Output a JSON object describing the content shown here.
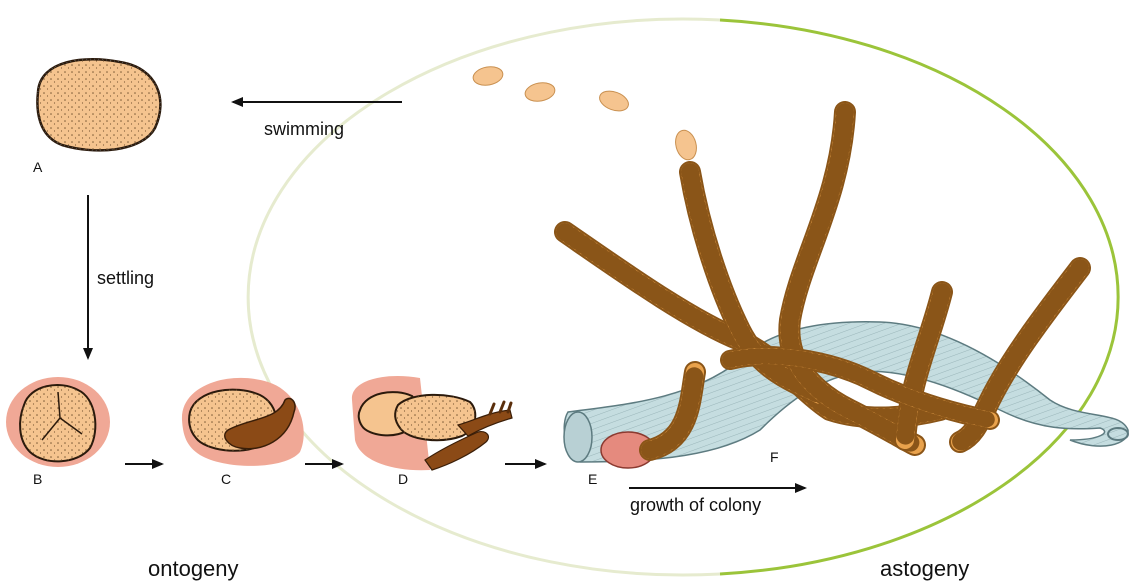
{
  "labels": {
    "swimming": "swimming",
    "settling": "settling",
    "growth": "growth of colony",
    "ontogeny": "ontogeny",
    "astogeny": "astogeny"
  },
  "stages": [
    "A",
    "B",
    "C",
    "D",
    "E",
    "F"
  ],
  "colors": {
    "ellipse_ontogeny": "#e6ebcf",
    "ellipse_astogeny": "#9bc43a",
    "larva": "#f5c48f",
    "larva_outline": "#2b1a0c",
    "shell": "#f0a896",
    "brown": "#8b4a16",
    "tube": "#e9a24c",
    "tube_ring": "#8a5518",
    "substrate": "#c5dde0",
    "substrate_line": "#5d7b80",
    "ancestrula": "#e58a7e"
  }
}
